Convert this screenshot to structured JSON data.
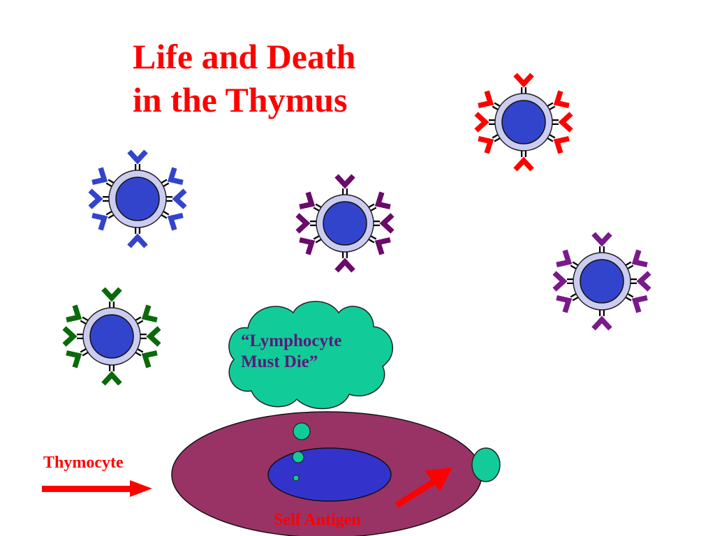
{
  "title": {
    "line1": "Life and Death",
    "line2": "in the Thymus"
  },
  "thought_bubble": {
    "line1": "“Lymphocyte",
    "line2": "Must Die”"
  },
  "labels": {
    "thymocyte": "Thymocyte",
    "self_antigen": "Self Antigen"
  },
  "colors": {
    "title": "#ff0000",
    "labels": "#ff0000",
    "cell_core": "#3344cc",
    "cell_ring": "#ccccf0",
    "receptors_blue": "#3344cc",
    "receptors_purple": "#6a0a6a",
    "receptors_red": "#ff0000",
    "receptors_violet": "#7a1a8a",
    "receptors_green": "#0a6a0a",
    "bubble": "#11cc99",
    "thymocyte_cell": "#993366",
    "nucleus": "#3333cc",
    "antigen": "#11cc99"
  }
}
